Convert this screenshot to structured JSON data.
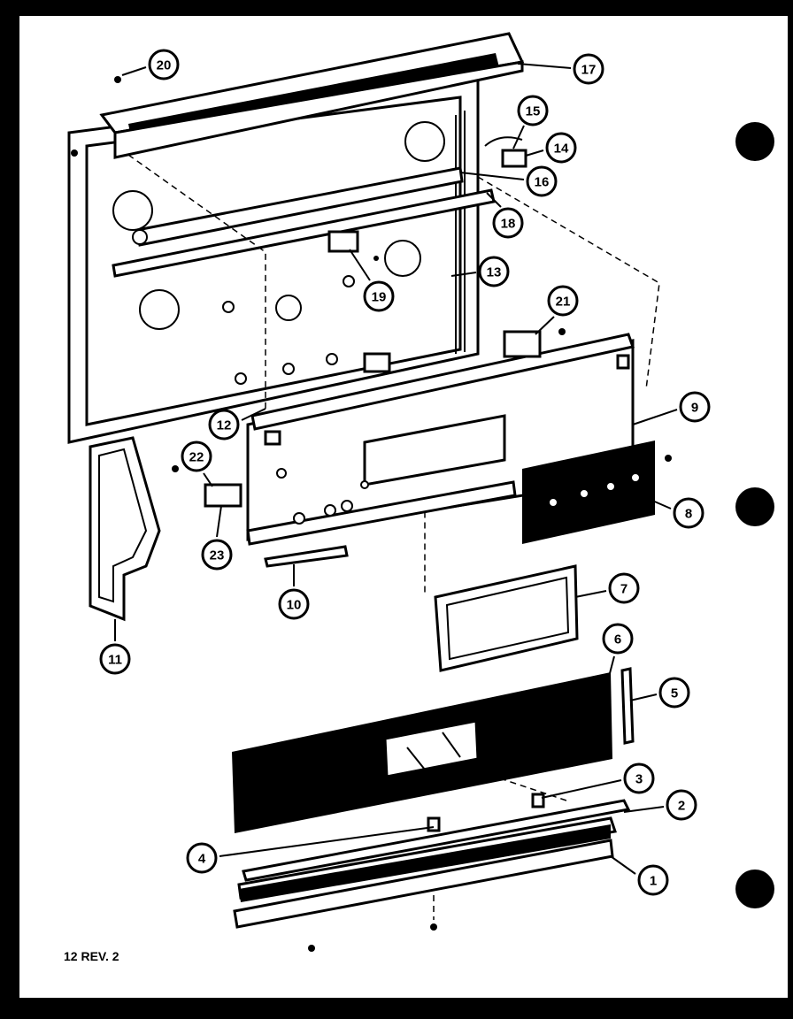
{
  "diagram": {
    "reference": "12 REV. 2",
    "callouts": [
      {
        "label": "1"
      },
      {
        "label": "2"
      },
      {
        "label": "3"
      },
      {
        "label": "4"
      },
      {
        "label": "5"
      },
      {
        "label": "6"
      },
      {
        "label": "7"
      },
      {
        "label": "8"
      },
      {
        "label": "9"
      },
      {
        "label": "10"
      },
      {
        "label": "11"
      },
      {
        "label": "12"
      },
      {
        "label": "13"
      },
      {
        "label": "14"
      },
      {
        "label": "15"
      },
      {
        "label": "16"
      },
      {
        "label": "17"
      },
      {
        "label": "18"
      },
      {
        "label": "19"
      },
      {
        "label": "20"
      },
      {
        "label": "21"
      },
      {
        "label": "22"
      },
      {
        "label": "23"
      }
    ]
  }
}
